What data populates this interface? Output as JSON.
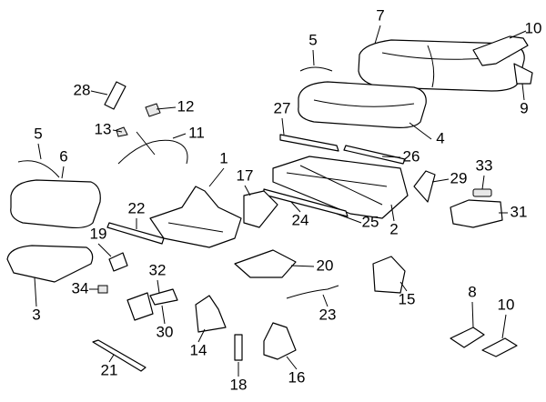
{
  "diagram": {
    "title": "Seat components exploded parts diagram",
    "callouts": [
      "7",
      "10",
      "5",
      "28",
      "12",
      "9",
      "27",
      "13",
      "11",
      "4",
      "5",
      "6",
      "1",
      "26",
      "17",
      "29",
      "33",
      "22",
      "31",
      "24",
      "25",
      "2",
      "19",
      "20",
      "32",
      "34",
      "15",
      "3",
      "8",
      "10",
      "23",
      "30",
      "14",
      "21",
      "16",
      "18"
    ]
  }
}
